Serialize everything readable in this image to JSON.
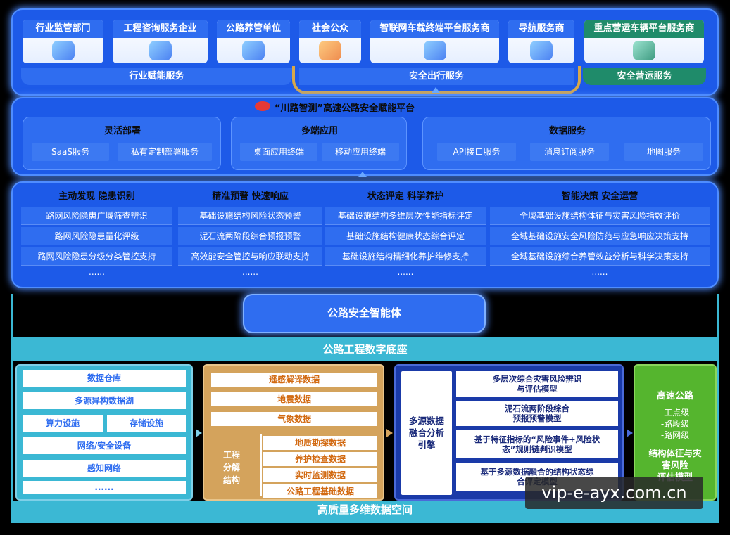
{
  "top": {
    "cards": [
      {
        "label": "行业监管部门",
        "icon": "supervision-icon"
      },
      {
        "label": "工程咨询服务企业",
        "icon": "building-icon"
      },
      {
        "label": "公路养管单位",
        "icon": "maintenance-icon"
      },
      {
        "label": "社会公众",
        "icon": "person-icon"
      },
      {
        "label": "智联网车载终端平台服务商",
        "icon": "vehicle-terminal-icon"
      },
      {
        "label": "导航服务商",
        "icon": "navigation-icon"
      },
      {
        "label": "重点营运车辆平台服务商",
        "icon": "truck-icon"
      }
    ],
    "bands": {
      "industry": "行业赋能服务",
      "travel": "安全出行服务",
      "operation": "安全营运服务"
    }
  },
  "platform": {
    "title": "“川路智测”高速公路安全赋能平台",
    "groups": [
      {
        "title": "灵活部署",
        "items": [
          "SaaS服务",
          "私有定制部署服务"
        ]
      },
      {
        "title": "多端应用",
        "items": [
          "桌面应用终端",
          "移动应用终端"
        ]
      },
      {
        "title": "数据服务",
        "items": [
          "API接口服务",
          "消息订阅服务",
          "地图服务"
        ]
      }
    ]
  },
  "functions": {
    "columns": [
      {
        "title": "主动发现 隐患识别",
        "items": [
          "路网风险隐患广域筛查辨识",
          "路网风险隐患量化评级",
          "路网风险隐患分级分类管控支持",
          "......"
        ]
      },
      {
        "title": "精准预警 快速响应",
        "items": [
          "基础设施结构风险状态预警",
          "泥石流两阶段综合预报预警",
          "高效能安全管控与响应联动支持",
          "......"
        ]
      },
      {
        "title": "状态评定 科学养护",
        "items": [
          "基础设施结构多维层次性能指标评定",
          "基础设施结构健康状态综合评定",
          "基础设施结构精细化养护维修支持",
          "......"
        ]
      },
      {
        "title": "智能决策 安全运营",
        "items": [
          "全域基础设施结构体征与灾害风险指数评价",
          "全域基础设施安全风险防范与应急响应决策支持",
          "全域基础设施综合养管效益分析与科学决策支持",
          "......"
        ]
      }
    ]
  },
  "agent": {
    "label": "公路安全智能体"
  },
  "base": {
    "label": "公路工程数字底座"
  },
  "data_space": {
    "label": "高质量多维数据空间",
    "infra": [
      "数据仓库",
      "多源异构数据湖",
      "算力设施",
      "存储设施",
      "网络/安全设备",
      "感知网络",
      "......"
    ],
    "engineering": {
      "top_items": [
        "遥感解译数据",
        "地震数据",
        "气象数据"
      ],
      "side_label": "工程\n分解\n结构",
      "sub_items": [
        "地质勘探数据",
        "养护检查数据",
        "实时监测数据",
        "公路工程基础数据"
      ]
    },
    "engine": {
      "label": "多源数据\n融合分析\n引擎",
      "models": [
        "多层次综合灾害风险辨识\n与评估模型",
        "泥石流两阶段综合\n预报预警模型",
        "基于特征指标的“风险事件+风险状\n态”规则链判识模型",
        "基于多源数据融合的结构状态综\n合评定模型"
      ]
    },
    "output": {
      "title": "高速公路",
      "levels": [
        "-工点级",
        "-路段级",
        "-路网级"
      ],
      "model": "结构体征与灾\n害风险\n评估模型"
    }
  },
  "watermark": "vip-e-ayx.com.cn",
  "colors": {
    "primary": "#1d5ae8",
    "cyan": "#3bb8d4",
    "orange": "#d4a35c",
    "navy": "#1a3aa8",
    "green": "#55b52e"
  }
}
